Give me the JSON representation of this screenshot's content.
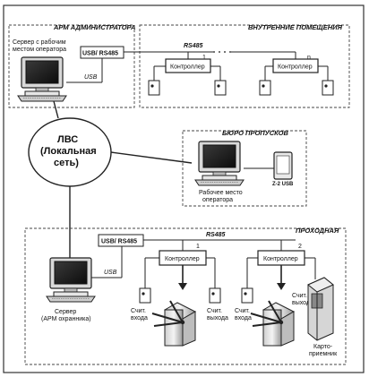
{
  "zones": {
    "arm": "АРМ АДМИНИСТРАТОРА",
    "internal": "ВНУТРЕННИЕ ПОМЕЩЕНИЯ",
    "bureau": "БЮРО ПРОПУСКОВ",
    "checkpoint": "ПРОХОДНАЯ"
  },
  "labels": {
    "server_operator_1": "Сервер с рабочим",
    "server_operator_2": "местом оператора",
    "usb_rs485_top": "USB/ RS485",
    "usb_top": "USB",
    "rs485_top": "RS485",
    "controller_1": "Контроллер",
    "controller_n": "Контроллер",
    "port_1": "1",
    "port_n": "n",
    "lan_1": "ЛВС",
    "lan_2": "(Локальная",
    "lan_3": "сеть)",
    "workstation_1": "Рабочее место",
    "workstation_2": "оператора",
    "z2usb": "Z-2 USB",
    "usb_rs485_bottom": "USB/ RS485",
    "rs485_bottom": "RS485",
    "usb_bottom": "USB",
    "ctrl_a": "Контроллер",
    "ctrl_b": "Контроллер",
    "port_a": "1",
    "port_b": "2",
    "server_guard_1": "Сервер",
    "server_guard_2": "(АРМ охранника)",
    "entry_reader_1": "Счит.",
    "entry_reader_2": "входа",
    "exit_reader_1": "Счит.",
    "exit_reader_2": "выхода",
    "entry_reader_b1": "Счит.",
    "entry_reader_b2": "входа",
    "exit_reader_b1": "Счит.",
    "exit_reader_b2": "выхода",
    "card_1": "Карто-",
    "card_2": "приемник"
  }
}
